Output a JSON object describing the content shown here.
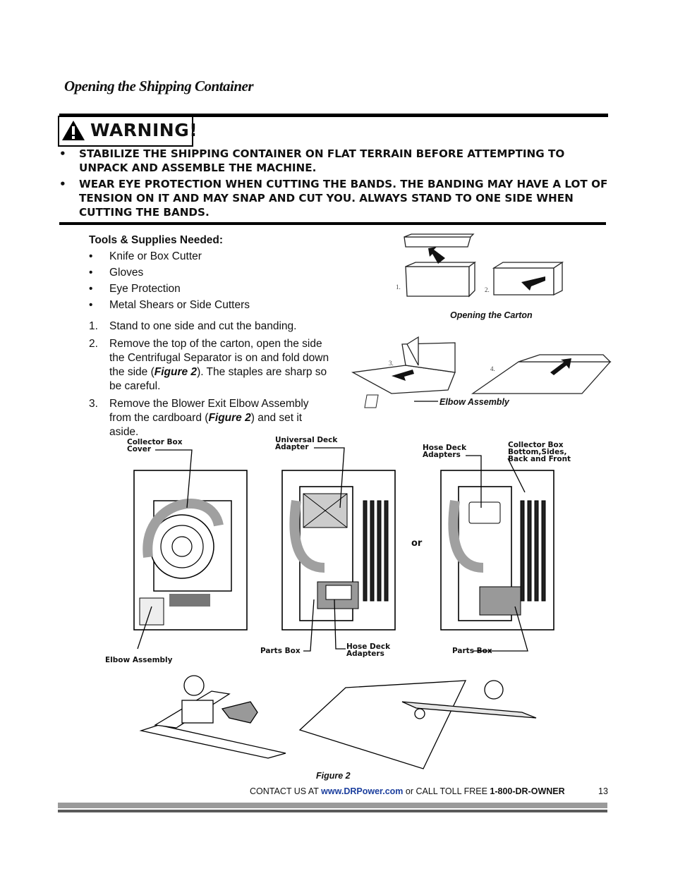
{
  "section_title": "Opening the Shipping Container",
  "warning": {
    "label": "WARNING!",
    "items": [
      "STABILIZE THE SHIPPING CONTAINER ON FLAT TERRAIN BEFORE ATTEMPTING TO UNPACK AND ASSEMBLE THE MACHINE.",
      "WEAR EYE PROTECTION WHEN CUTTING THE BANDS.  THE BANDING MAY HAVE A LOT OF TENSION ON IT AND MAY SNAP AND CUT YOU.  ALWAYS STAND TO ONE SIDE WHEN CUTTING THE BANDS."
    ]
  },
  "tools": {
    "heading": "Tools & Supplies Needed:",
    "items": [
      "Knife or Box Cutter",
      "Gloves",
      "Eye Protection",
      "Metal Shears or Side Cutters"
    ]
  },
  "steps": [
    {
      "num": "1.",
      "pre": "Stand to one side and cut the banding.",
      "ref": "",
      "post": ""
    },
    {
      "num": "2.",
      "pre": "Remove the top of the carton, open the side the Centrifugal Separator is on and fold down the side (",
      "ref": "Figure 2",
      "post": "). The staples are sharp so be careful."
    },
    {
      "num": "3.",
      "pre": "Remove the Blower Exit Elbow Assembly from the cardboard (",
      "ref": "Figure 2",
      "post": ") and set it aside."
    }
  ],
  "carton_figure": {
    "caption": "Opening the Carton",
    "elbow_label": "Elbow Assembly",
    "step_numbers": [
      "1.",
      "2.",
      "3.",
      "4."
    ]
  },
  "main_figure": {
    "labels": {
      "collector_box_cover": "Collector Box Cover",
      "universal_deck_adapter": "Universal Deck Adapter",
      "hose_deck_adapters_top": "Hose Deck Adapters",
      "collector_box_parts": "Collector Box Bottom,Sides, Back and Front",
      "or": "or",
      "elbow_assembly": "Elbow Assembly",
      "parts_box_1": "Parts Box",
      "hose_deck_adapters_bottom": "Hose Deck Adapters",
      "parts_box_2": "Parts Box"
    },
    "caption": "Figure 2"
  },
  "footer": {
    "contact_prefix": "CONTACT US AT ",
    "url": "www.DRPower.com",
    "middle": " or CALL TOLL FREE ",
    "phone": "1-800-DR-OWNER",
    "page_number": "13"
  }
}
